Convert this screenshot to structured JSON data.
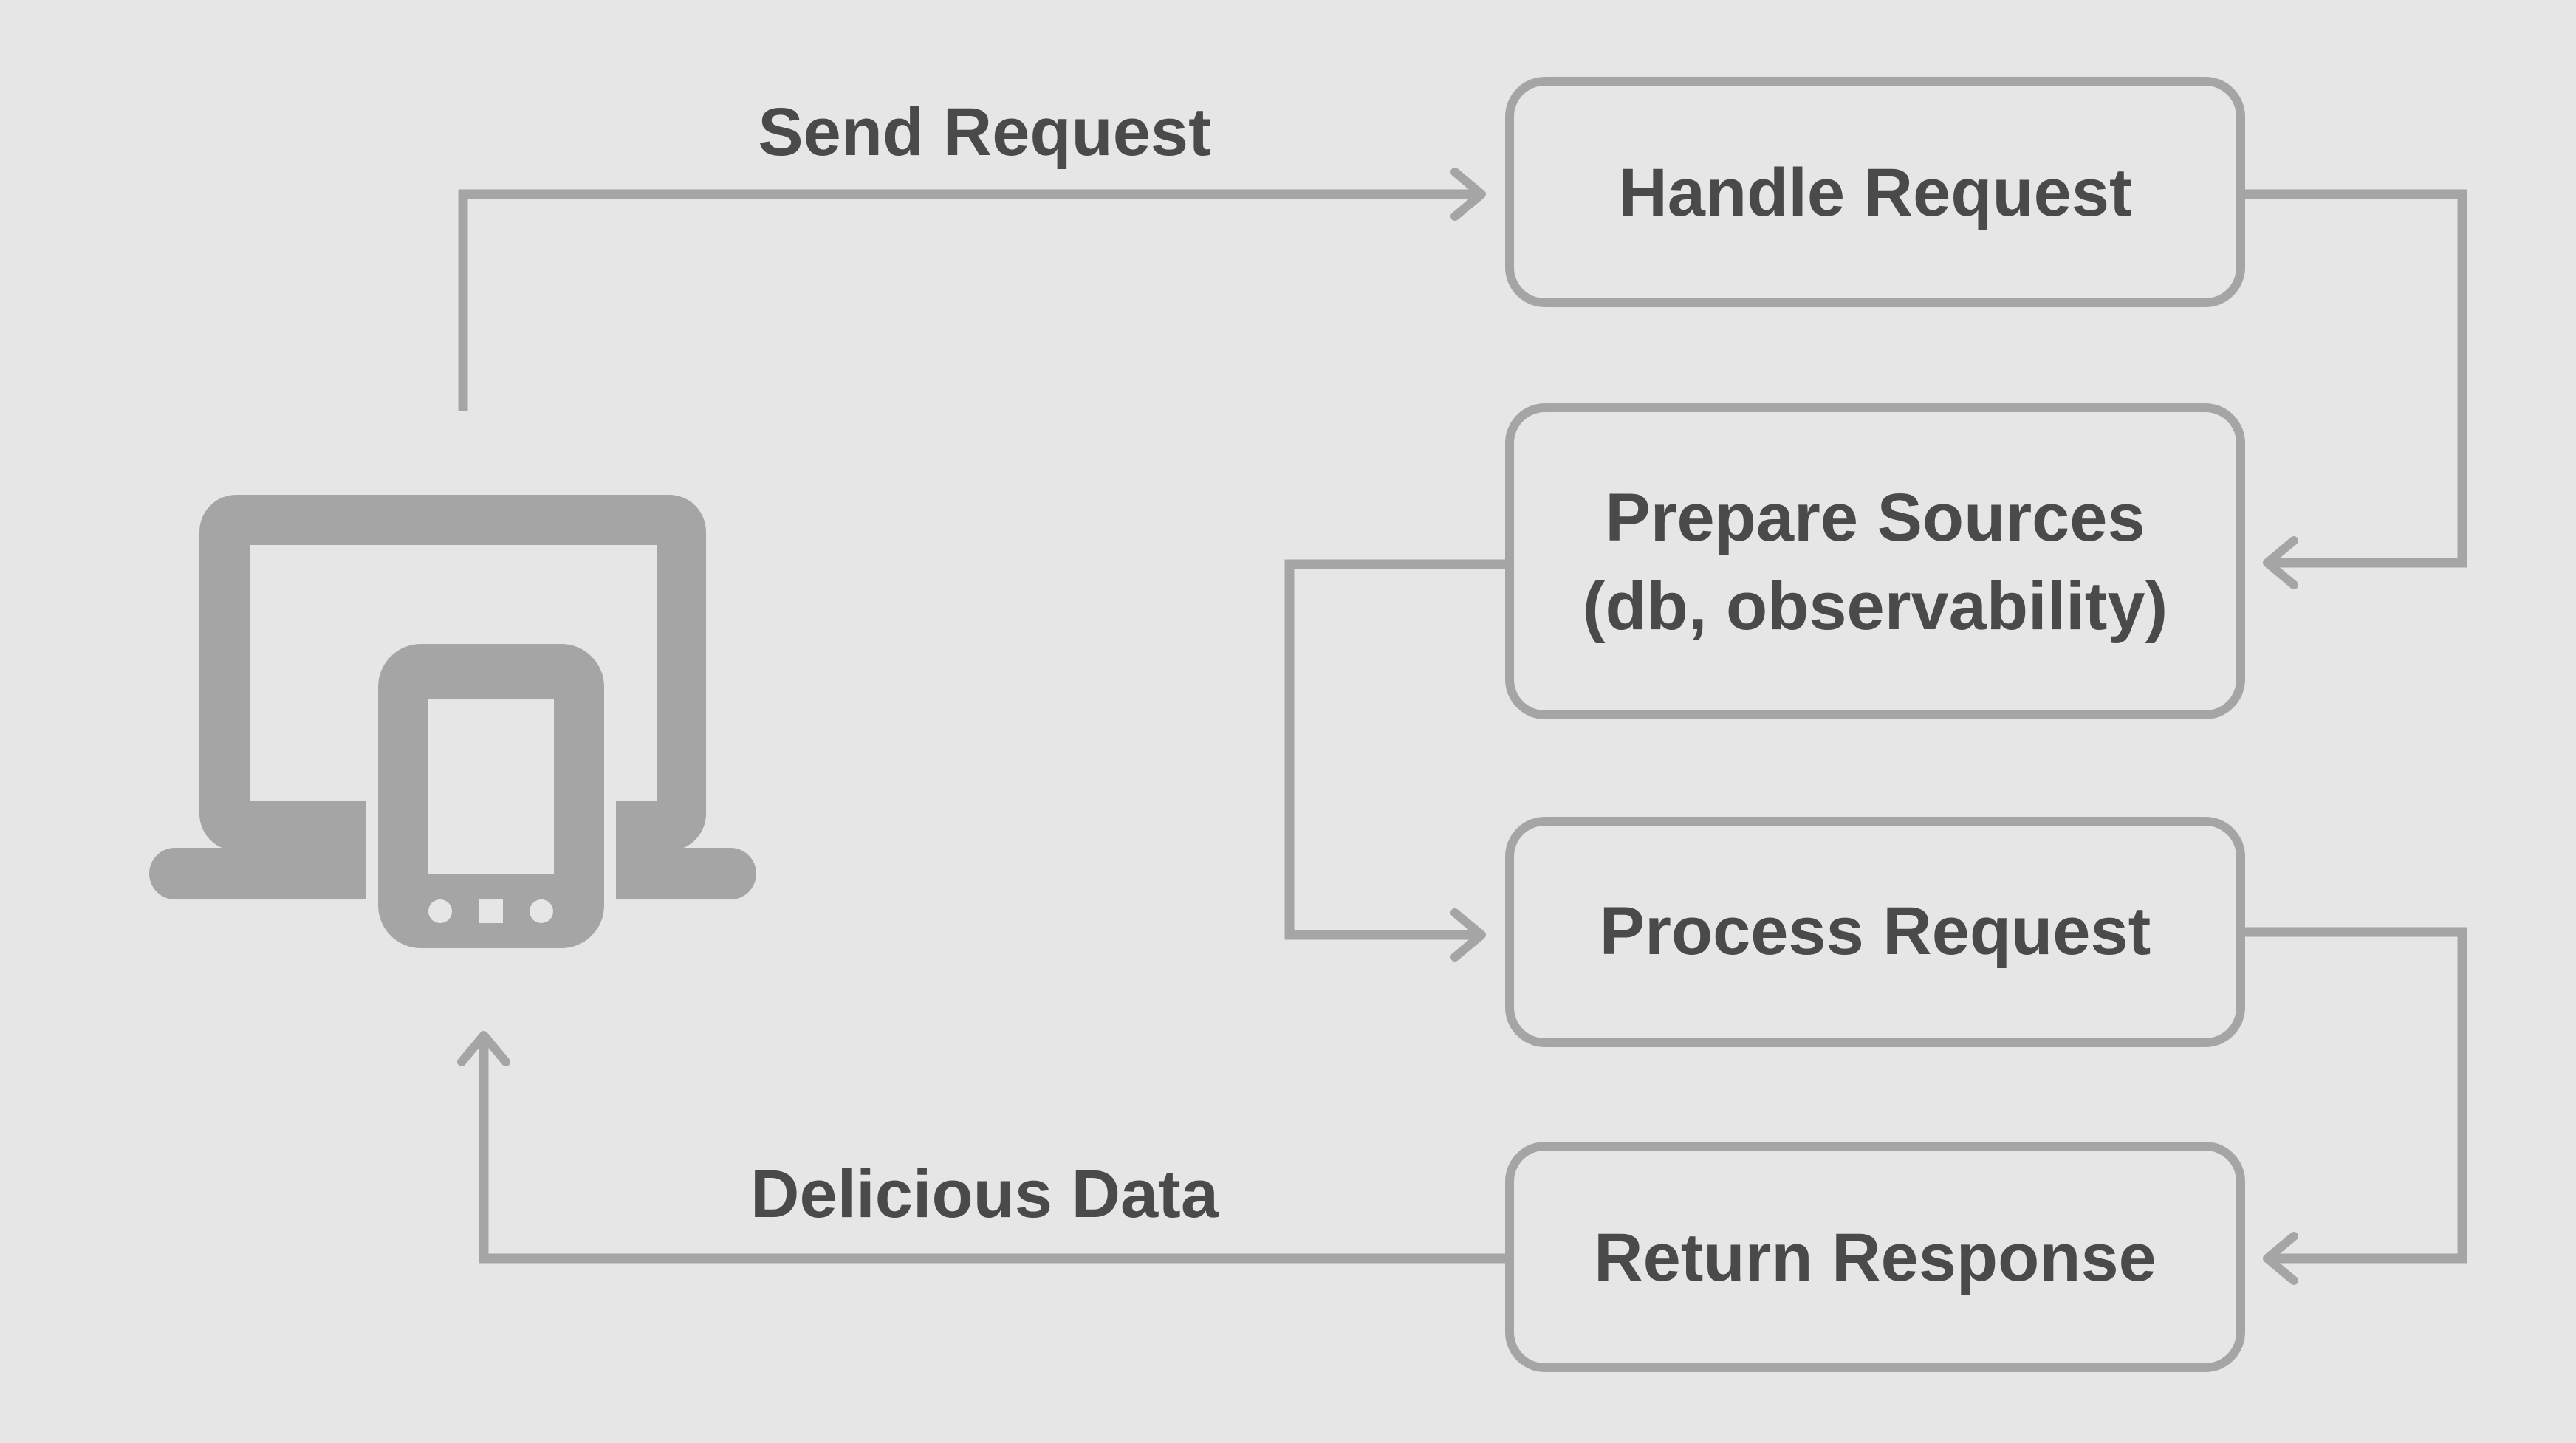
{
  "nodes": {
    "handle_request": "Handle Request",
    "prepare_sources_line1": "Prepare Sources",
    "prepare_sources_line2": "(db, observability)",
    "process_request": "Process Request",
    "return_response": "Return Response"
  },
  "edges": {
    "send_request": "Send Request",
    "delicious_data": "Delicious Data"
  },
  "icon": "laptop-phone-devices-icon",
  "colors": {
    "background": "#e6e6e6",
    "stroke": "#a5a5a5",
    "text": "#4a4a4a"
  }
}
